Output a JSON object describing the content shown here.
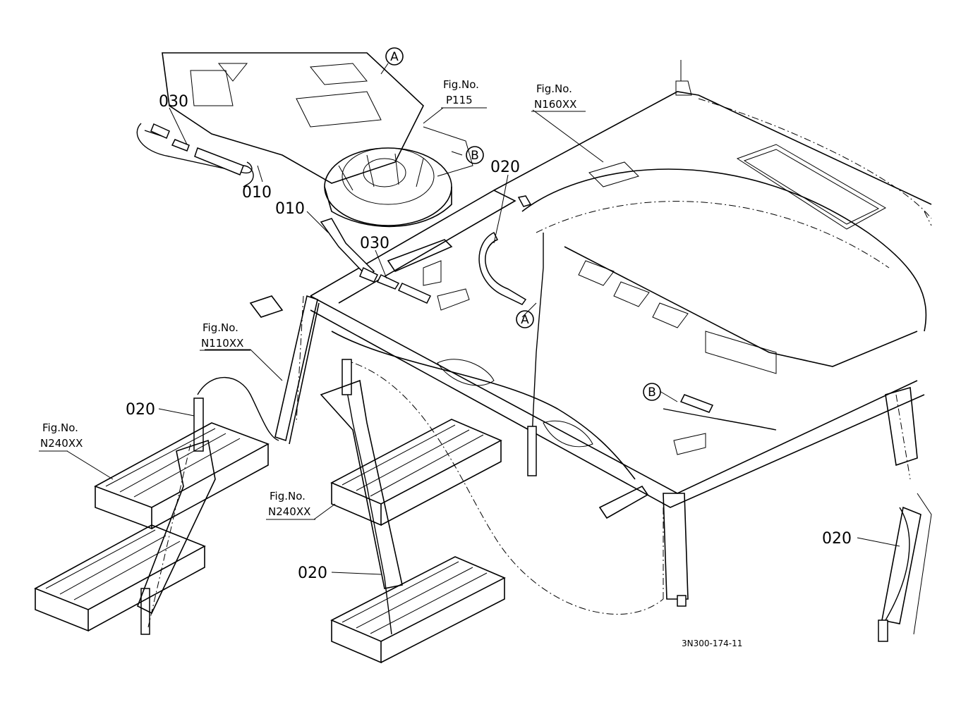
{
  "diagram": {
    "part_labels": [
      "030",
      "010",
      "010",
      "030",
      "020",
      "020",
      "020",
      "020"
    ],
    "figure_refs": [
      {
        "prefix": "Fig.No.",
        "number": "P115"
      },
      {
        "prefix": "Fig.No.",
        "number": "N160XX"
      },
      {
        "prefix": "Fig.No.",
        "number": "N110XX"
      },
      {
        "prefix": "Fig.No.",
        "number": "N240XX"
      },
      {
        "prefix": "Fig.No.",
        "number": "N240XX"
      }
    ],
    "connection_markers": [
      "A",
      "B",
      "A",
      "B"
    ],
    "drawing_code": "3N300-174-11"
  }
}
